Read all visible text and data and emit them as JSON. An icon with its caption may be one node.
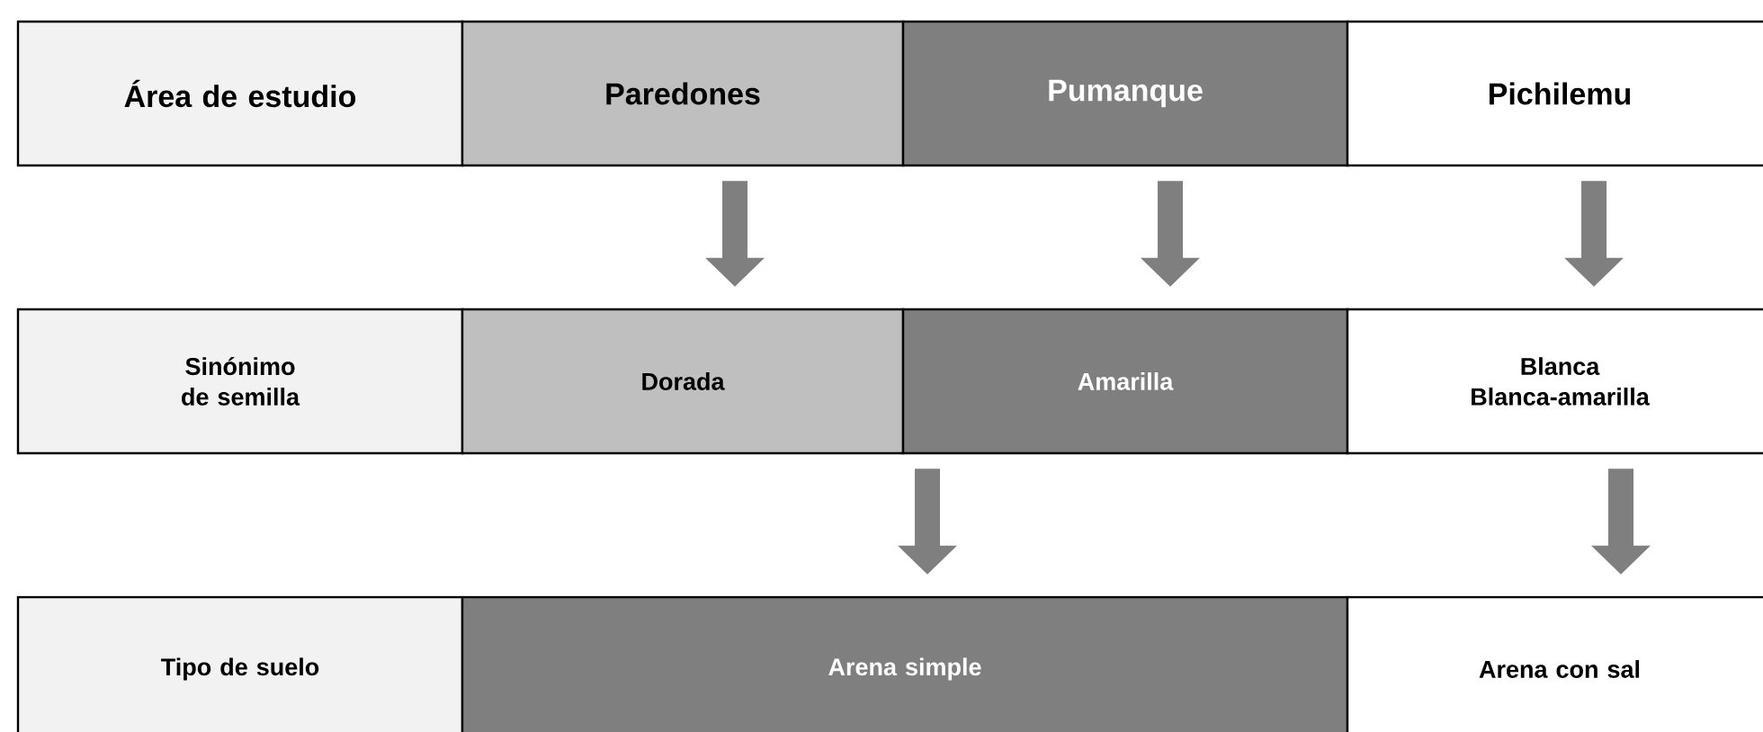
{
  "diagram": {
    "nodes": [
      {
        "text": [
          "Área de estudio"
        ]
      },
      {
        "text": [
          "Paredones"
        ]
      },
      {
        "text": [
          "Pumanque"
        ]
      },
      {
        "text": [
          "Pichilemu"
        ]
      },
      {
        "text": [
          "Sinónimo de semilla"
        ]
      },
      {
        "text": [
          "Dorada"
        ]
      },
      {
        "text": [
          "Amarilla"
        ]
      },
      {
        "text": [
          "Blanca",
          "Blanca-amarilla"
        ]
      },
      {
        "text": [
          "Tipo de suelo"
        ]
      },
      {
        "text": [
          "Arena simple"
        ]
      },
      {
        "text": [
          "Arena con sal"
        ]
      }
    ],
    "edges": [
      {
        "from": 1,
        "to": 5,
        "arrow": "to"
      },
      {
        "from": 2,
        "to": 6,
        "arrow": "to"
      },
      {
        "from": 3,
        "to": 7,
        "arrow": "to"
      },
      {
        "from": 6,
        "to": 9,
        "arrow": "to"
      },
      {
        "from": 7,
        "to": 10,
        "arrow": "to"
      }
    ]
  }
}
